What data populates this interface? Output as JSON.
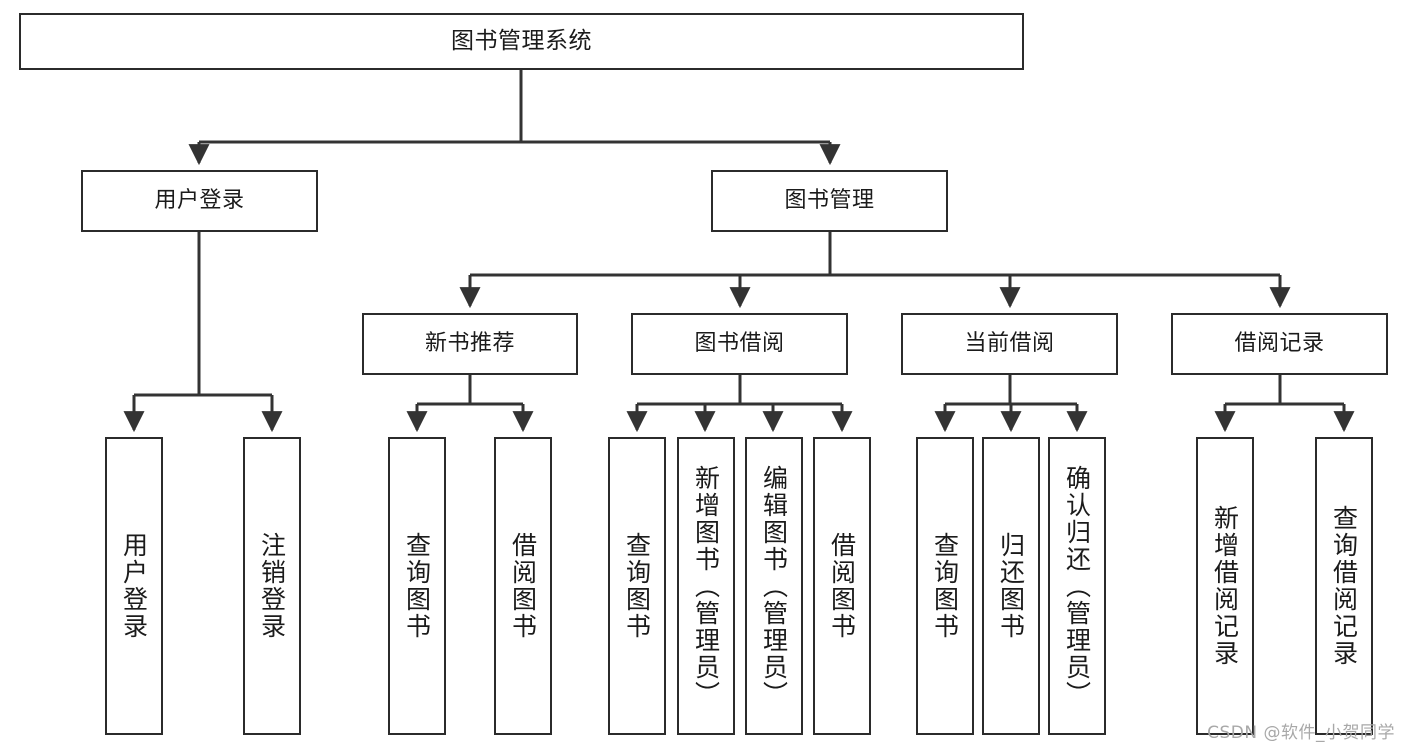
{
  "diagram": {
    "title": "图书管理系统",
    "type": "tree",
    "watermark": "CSDN @软件_小贺同学",
    "colors": {
      "box_border": "#2b2b2b",
      "box_fill": "#ffffff",
      "connector": "#333333",
      "text": "#1b1b1b",
      "watermark": "#a8a8a8"
    },
    "levels": {
      "root": "图书管理系统",
      "level2": [
        "用户登录",
        "图书管理"
      ],
      "level3": [
        "新书推荐",
        "图书借阅",
        "当前借阅",
        "借阅记录"
      ]
    },
    "nodes": {
      "root": {
        "label": "图书管理系统"
      },
      "user_login": {
        "label": "用户登录"
      },
      "book_manage": {
        "label": "图书管理"
      },
      "new_book_rec": {
        "label": "新书推荐"
      },
      "book_borrow": {
        "label": "图书借阅"
      },
      "current_borrow": {
        "label": "当前借阅"
      },
      "borrow_record": {
        "label": "借阅记录"
      },
      "leaf_user_login": {
        "label": "用户登录"
      },
      "leaf_logout": {
        "label": "注销登录"
      },
      "leaf_query_book_1": {
        "label": "查询图书"
      },
      "leaf_borrow_book_1": {
        "label": "借阅图书"
      },
      "leaf_query_book_2": {
        "label": "查询图书"
      },
      "leaf_add_book": {
        "label": "新增图书（管理员）"
      },
      "leaf_edit_book": {
        "label": "编辑图书（管理员）"
      },
      "leaf_borrow_book_2": {
        "label": "借阅图书"
      },
      "leaf_query_book_3": {
        "label": "查询图书"
      },
      "leaf_return_book": {
        "label": "归还图书"
      },
      "leaf_confirm_return": {
        "label": "确认归还（管理员）"
      },
      "leaf_add_record": {
        "label": "新增借阅记录"
      },
      "leaf_query_record": {
        "label": "查询借阅记录"
      }
    },
    "edges": [
      {
        "from": "root",
        "to": "user_login"
      },
      {
        "from": "root",
        "to": "book_manage"
      },
      {
        "from": "user_login",
        "to": "leaf_user_login"
      },
      {
        "from": "user_login",
        "to": "leaf_logout"
      },
      {
        "from": "book_manage",
        "to": "new_book_rec"
      },
      {
        "from": "book_manage",
        "to": "book_borrow"
      },
      {
        "from": "book_manage",
        "to": "current_borrow"
      },
      {
        "from": "book_manage",
        "to": "borrow_record"
      },
      {
        "from": "new_book_rec",
        "to": "leaf_query_book_1"
      },
      {
        "from": "new_book_rec",
        "to": "leaf_borrow_book_1"
      },
      {
        "from": "book_borrow",
        "to": "leaf_query_book_2"
      },
      {
        "from": "book_borrow",
        "to": "leaf_add_book"
      },
      {
        "from": "book_borrow",
        "to": "leaf_edit_book"
      },
      {
        "from": "book_borrow",
        "to": "leaf_borrow_book_2"
      },
      {
        "from": "current_borrow",
        "to": "leaf_query_book_3"
      },
      {
        "from": "current_borrow",
        "to": "leaf_return_book"
      },
      {
        "from": "current_borrow",
        "to": "leaf_confirm_return"
      },
      {
        "from": "borrow_record",
        "to": "leaf_add_record"
      },
      {
        "from": "borrow_record",
        "to": "leaf_query_record"
      }
    ]
  }
}
